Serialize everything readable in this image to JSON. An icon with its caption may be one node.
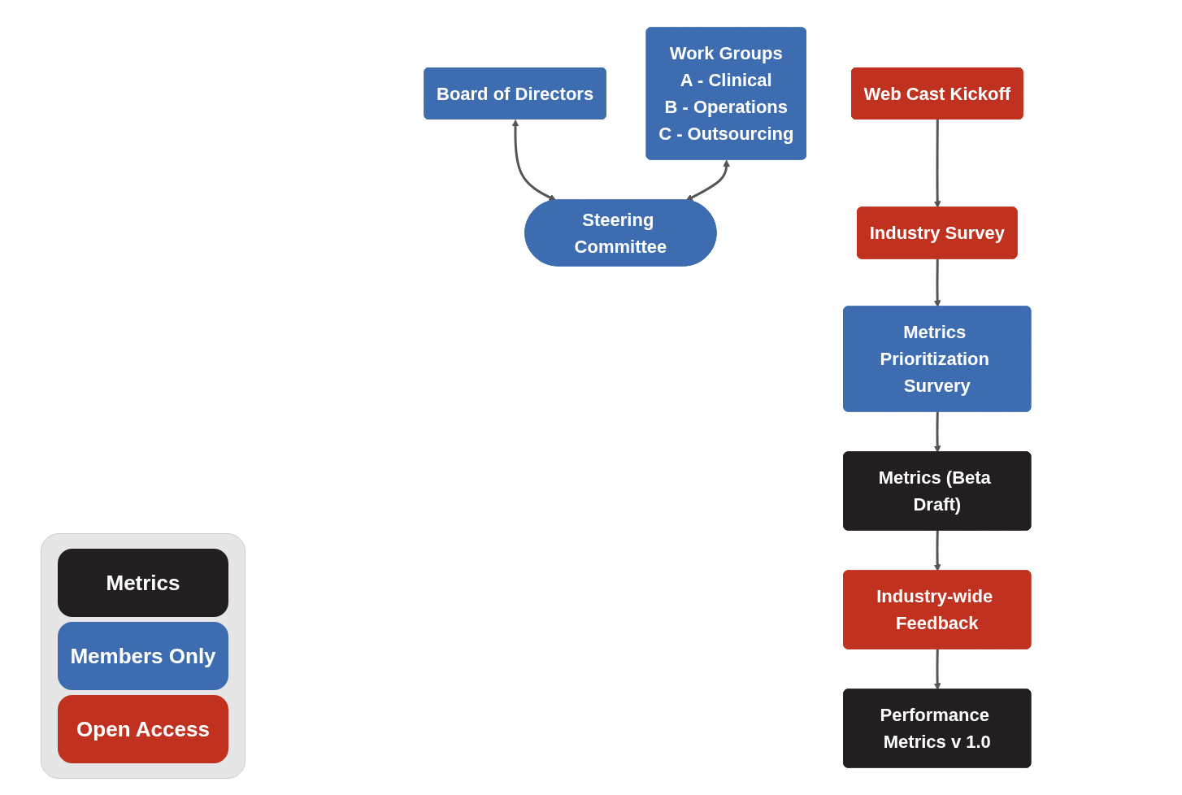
{
  "diagram": {
    "nodes": [
      {
        "text": [
          "Board of Directors"
        ]
      },
      {
        "text": [
          "Work Groups",
          "A - Clinical",
          "B - Operations",
          "C - Outsourcing"
        ]
      },
      {
        "text": [
          "Steering Committee"
        ]
      },
      {
        "text": [
          "Web Cast Kickoff"
        ]
      },
      {
        "text": [
          "Industry Survey"
        ]
      },
      {
        "text": [
          "Metrics Prioritization Survery"
        ]
      },
      {
        "text": [
          "Metrics (Beta Draft)"
        ]
      },
      {
        "text": [
          "Industry-wide Feedback"
        ]
      },
      {
        "text": [
          "Performance Metrics v 1.0"
        ]
      }
    ],
    "edges": [
      {
        "from": 0,
        "to": 2,
        "arrow": "both"
      },
      {
        "from": 1,
        "to": 2,
        "arrow": "both"
      },
      {
        "from": 3,
        "to": 4,
        "arrow": "to"
      },
      {
        "from": 4,
        "to": 5,
        "arrow": "to"
      },
      {
        "from": 5,
        "to": 6,
        "arrow": "to"
      },
      {
        "from": 6,
        "to": 7,
        "arrow": "to"
      },
      {
        "from": 7,
        "to": 8,
        "arrow": "to"
      }
    ],
    "legend": [
      {
        "text": "Metrics",
        "color": "#231f20"
      },
      {
        "text": "Members Only",
        "color": "#3d6db0"
      },
      {
        "text": "Open Access",
        "color": "#c0311f"
      }
    ]
  }
}
